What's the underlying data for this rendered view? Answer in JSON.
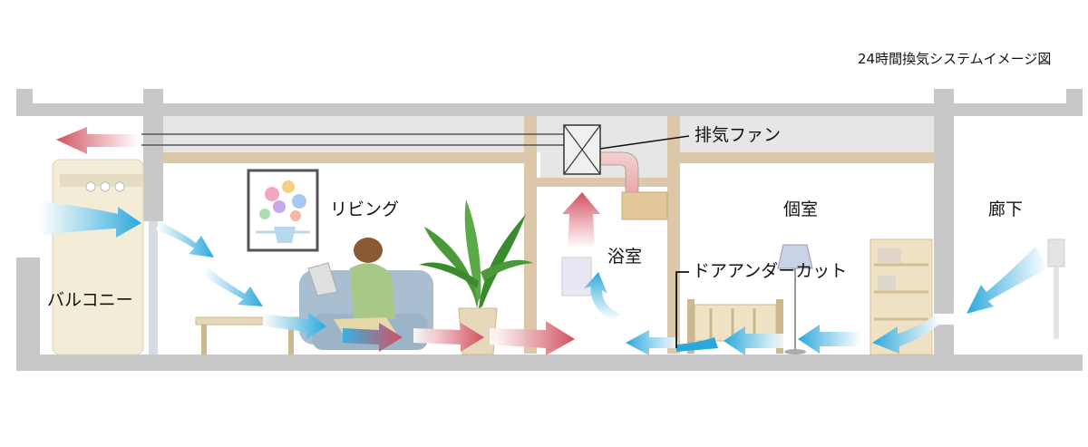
{
  "title": "24時間換気システムイメージ図",
  "labels": {
    "balcony": "バルコニー",
    "living": "リビング",
    "bathroom": "浴室",
    "exhaust_fan": "排気ファン",
    "private_room": "個室",
    "corridor": "廊下",
    "door_undercut": "ドアアンダーカット"
  },
  "colors": {
    "wall": "#c8c8c8",
    "ceiling_space": "#e4e4e4",
    "wood_beam": "#dcc8a8",
    "fresh_air": "#3ab0e0",
    "exhaust_air": "#d45a6a"
  }
}
